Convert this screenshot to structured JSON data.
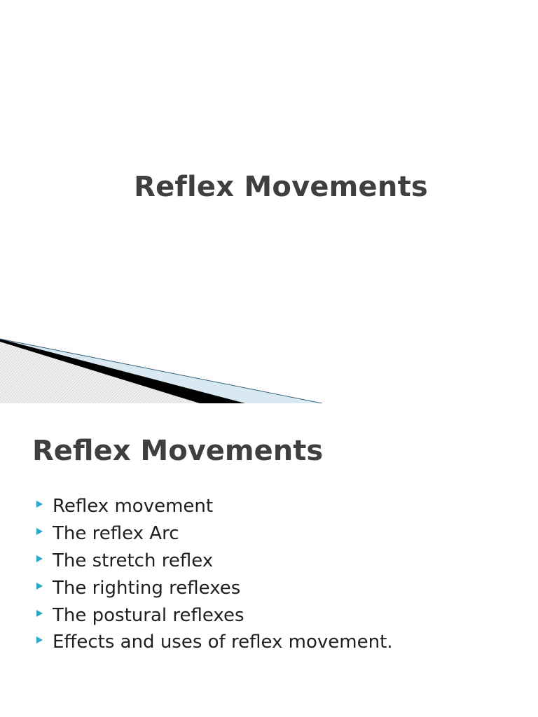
{
  "slides": [
    {
      "title": "Reflex Movements"
    },
    {
      "title": "Reflex Movements",
      "bullets": [
        "Reflex movement",
        "The reflex Arc",
        "The stretch reflex",
        "The righting reflexes",
        "The postural reflexes",
        "Effects and uses of reflex movement."
      ]
    }
  ],
  "icons": {
    "bullet": "triangle-right-icon"
  },
  "colors": {
    "title_text": "#3f3f3f",
    "body_text": "#1f1f1f",
    "bullet_accent": "#2aa7c9",
    "decor_light_blue": "#d8e9f1",
    "decor_black": "#000000"
  }
}
